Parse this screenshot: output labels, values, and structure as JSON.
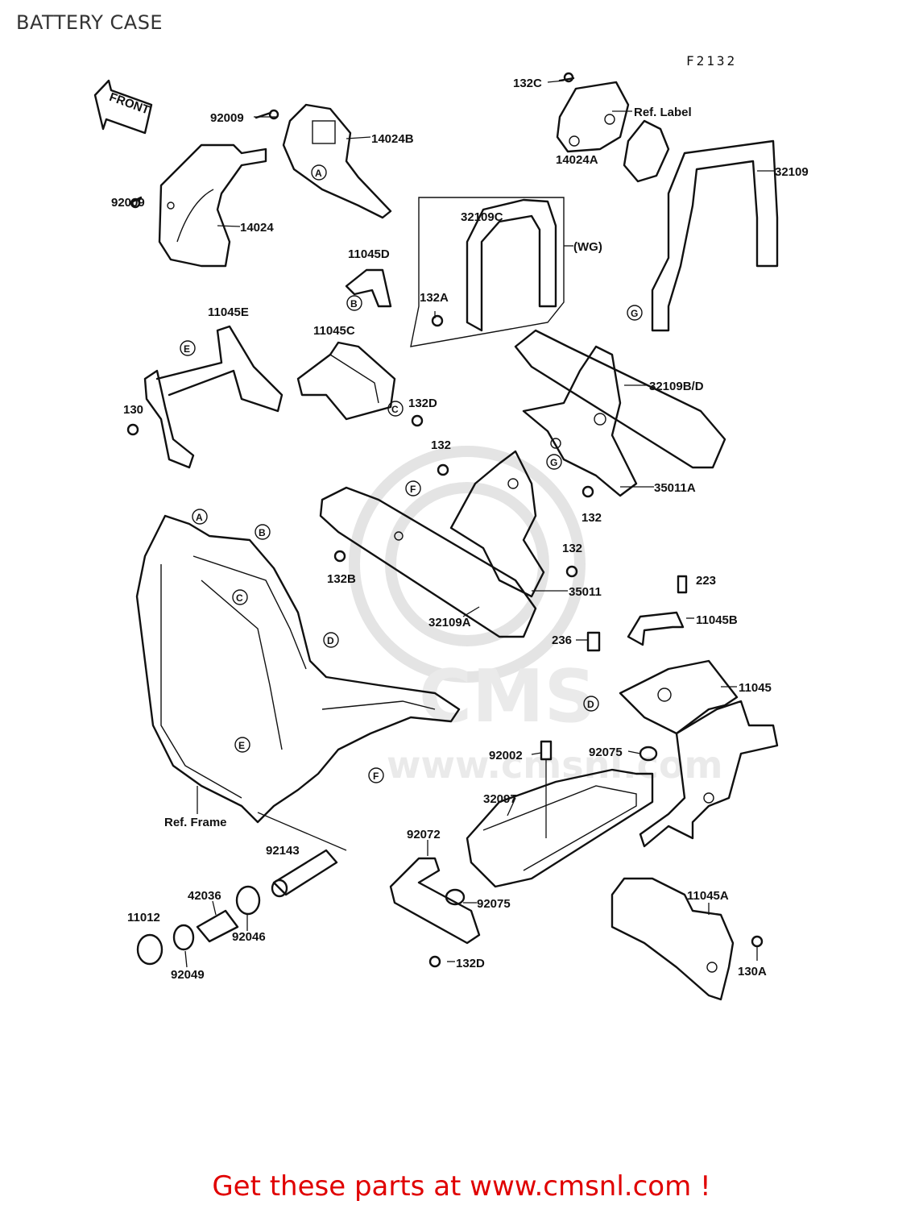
{
  "title": "BATTERY CASE",
  "figure_code": "F2132",
  "footer": "Get these parts at www.cmsnl.com !",
  "watermark": {
    "brand": "CMS",
    "url": "www.cmsnl.com"
  },
  "front_arrow": "FRONT",
  "part_labels": {
    "p92009_top": "92009",
    "p14024B": "14024B",
    "p132C": "132C",
    "p14024A": "14024A",
    "ref_label": "Ref. Label",
    "p32109": "32109",
    "p92009_left": "92009",
    "p14024": "14024",
    "p32109C": "32109C",
    "wg": "(WG)",
    "p11045D": "11045D",
    "p132A": "132A",
    "p11045E": "11045E",
    "p11045C": "11045C",
    "p32109BD": "32109B/D",
    "p130": "130",
    "p132D_mid": "132D",
    "p132_a": "132",
    "p35011A": "35011A",
    "p132_b": "132",
    "p132_c": "132",
    "p132B": "132B",
    "p35011": "35011",
    "p223": "223",
    "p32109A": "32109A",
    "p11045B": "11045B",
    "p236": "236",
    "p11045": "11045",
    "p92002": "92002",
    "p92075_top": "92075",
    "p32097": "32097",
    "ref_frame": "Ref. Frame",
    "p92072": "92072",
    "p92143": "92143",
    "p42036": "42036",
    "p92075_bot": "92075",
    "p11045A": "11045A",
    "p11012": "11012",
    "p92046": "92046",
    "p130A": "130A",
    "p132D_bot": "132D",
    "p92049": "92049"
  },
  "callouts": [
    "A",
    "B",
    "C",
    "D",
    "E",
    "F",
    "G"
  ]
}
